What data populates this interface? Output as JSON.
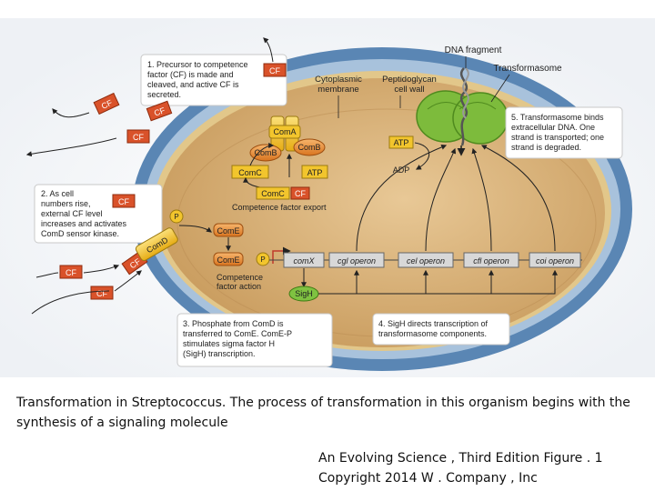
{
  "figure": {
    "dna_fragment": "DNA fragment",
    "transformasome": "Transformasome",
    "cytoplasmic_membrane": [
      "Cytoplasmic",
      "membrane"
    ],
    "peptidoglycan_cell_wall": [
      "Peptidoglycan",
      "cell wall"
    ],
    "steps": {
      "step1": [
        "1. Precursor to competence",
        "factor (CF) is made and",
        "cleaved, and active CF is",
        "secreted."
      ],
      "step2": [
        "2. As cell",
        "numbers rise,",
        "external CF level",
        "increases and activates",
        "ComD sensor kinase."
      ],
      "step3": [
        "3. Phosphate from ComD is",
        "transferred to ComE. ComE-P",
        "stimulates sigma factor H",
        "(SigH) transcription."
      ],
      "step4": [
        "4. SigH directs transcription of",
        "transformasome components."
      ],
      "step5": [
        "5. Transformasome binds",
        "extracellular DNA. One",
        "strand is transported; one",
        "strand is degraded."
      ]
    },
    "labels": {
      "cf": "CF",
      "p": "P",
      "coma": "ComA",
      "comb": "ComB",
      "comc": "ComC",
      "comd": "ComD",
      "come": "ComE",
      "sigh": "SigH",
      "atp": "ATP",
      "adp": "ADP",
      "competence_factor_export": "Competence factor export",
      "competence_factor_action": [
        "Competence",
        "factor action"
      ],
      "operons": [
        "comX",
        "cgl operon",
        "cel operon",
        "cfl operon",
        "coi operon"
      ]
    },
    "colors": {
      "outer_wall": "#5a86b4",
      "periplasm": "#a8c2dc",
      "cytoplasm": "#d6b47c",
      "cf_box": "#d9522a",
      "protein_yellow": "#f2c52d",
      "come_orange": "#e8913a",
      "sigh_green": "#7fc241",
      "transformasome_green": "#7dbb3c"
    }
  },
  "caption": "Transformation in Streptococcus. The process of transformation in this organism begins with the synthesis of a signaling molecule",
  "credit": {
    "line1": "An Evolving Science , Third Edition Figure . 1",
    "line2": "Copyright 2014 W . Company , Inc"
  }
}
